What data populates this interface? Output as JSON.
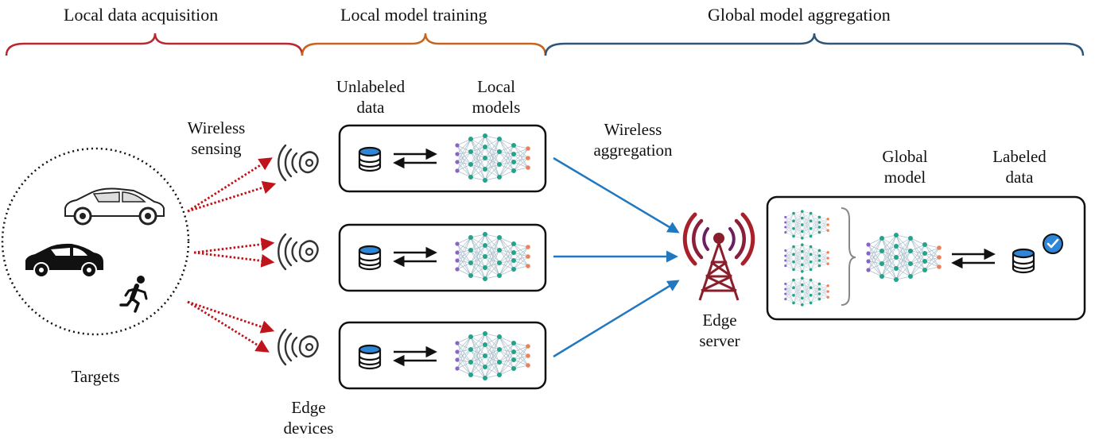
{
  "phases": {
    "local_acquisition": "Local data acquisition",
    "local_training": "Local model training",
    "global_aggregation": "Global model aggregation"
  },
  "labels": {
    "wireless_sensing": [
      "Wireless",
      "sensing"
    ],
    "unlabeled_data": [
      "Unlabeled",
      "data"
    ],
    "local_models": [
      "Local",
      "models"
    ],
    "wireless_aggregation": [
      "Wireless",
      "aggregation"
    ],
    "global_model": [
      "Global",
      "model"
    ],
    "labeled_data": [
      "Labeled",
      "data"
    ],
    "targets": "Targets",
    "edge_devices": [
      "Edge",
      "devices"
    ],
    "edge_server": [
      "Edge",
      "server"
    ]
  },
  "colors": {
    "acquisition_brace": "#b8282e",
    "training_brace": "#c8641e",
    "aggregation_brace": "#2f5577",
    "sensing_arrows": "#c0141c",
    "aggregation_arrows": "#1f78c0",
    "database": "#2f86d6",
    "tower": "#8a1f2c",
    "checkmark": "#2d86d8"
  },
  "icons": [
    "car-icon",
    "suv-icon",
    "runner-icon",
    "sensor-icon",
    "database-icon",
    "neural-network-icon",
    "edge-server-tower-icon",
    "checkmark-badge-icon"
  ]
}
